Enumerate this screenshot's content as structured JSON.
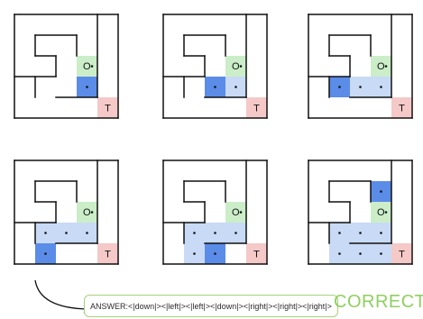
{
  "colors": {
    "visited": "#c8daf5",
    "current": "#5b8ce8",
    "origin": "#cbeec9",
    "target": "#f4c9c7",
    "wall": "#111111",
    "answer_border": "#a7d27c",
    "result": "#8fd05f"
  },
  "maze": {
    "origin_label": "O",
    "target_label": "T",
    "panels": [
      {
        "visited": [],
        "current": [
          [
            3,
            3
          ]
        ]
      },
      {
        "visited": [
          [
            3,
            3
          ]
        ],
        "current": [
          [
            3,
            2
          ]
        ]
      },
      {
        "visited": [
          [
            3,
            2
          ],
          [
            3,
            3
          ]
        ],
        "current": [
          [
            3,
            1
          ]
        ]
      },
      {
        "visited": [
          [
            3,
            1
          ],
          [
            3,
            2
          ],
          [
            3,
            3
          ]
        ],
        "current": [
          [
            4,
            1
          ]
        ]
      },
      {
        "visited": [
          [
            3,
            1
          ],
          [
            3,
            2
          ],
          [
            3,
            3
          ],
          [
            4,
            1
          ]
        ],
        "current": [
          [
            4,
            2
          ]
        ]
      },
      {
        "visited": [
          [
            3,
            1
          ],
          [
            3,
            2
          ],
          [
            3,
            3
          ],
          [
            4,
            1
          ],
          [
            4,
            2
          ],
          [
            4,
            3
          ]
        ],
        "current": [
          [
            1,
            3
          ]
        ]
      }
    ]
  },
  "answer": {
    "text": "ANSWER:<|down|><|left|><|left|><|down|><|right|><|right|><|right|>"
  },
  "result": {
    "label": "CORRECT"
  }
}
